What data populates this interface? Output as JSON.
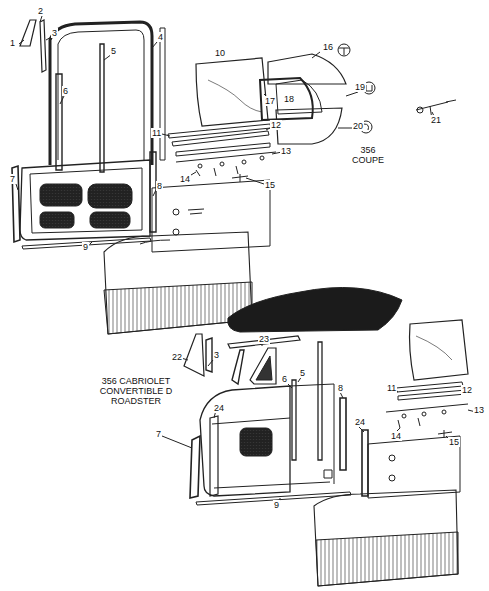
{
  "diagram": {
    "labels": [
      "1",
      "2",
      "3",
      "4",
      "5",
      "6",
      "7",
      "8",
      "9",
      "10",
      "11",
      "12",
      "13",
      "14",
      "15",
      "16",
      "17",
      "18",
      "19",
      "20",
      "21",
      "356 COUPE",
      "22",
      "3",
      "23",
      "5",
      "6",
      "8",
      "24",
      "7",
      "24",
      "9",
      "11",
      "12",
      "13",
      "14",
      "15",
      "356 CABRIOLET CONVERTIBLE D ROADSTER"
    ]
  }
}
